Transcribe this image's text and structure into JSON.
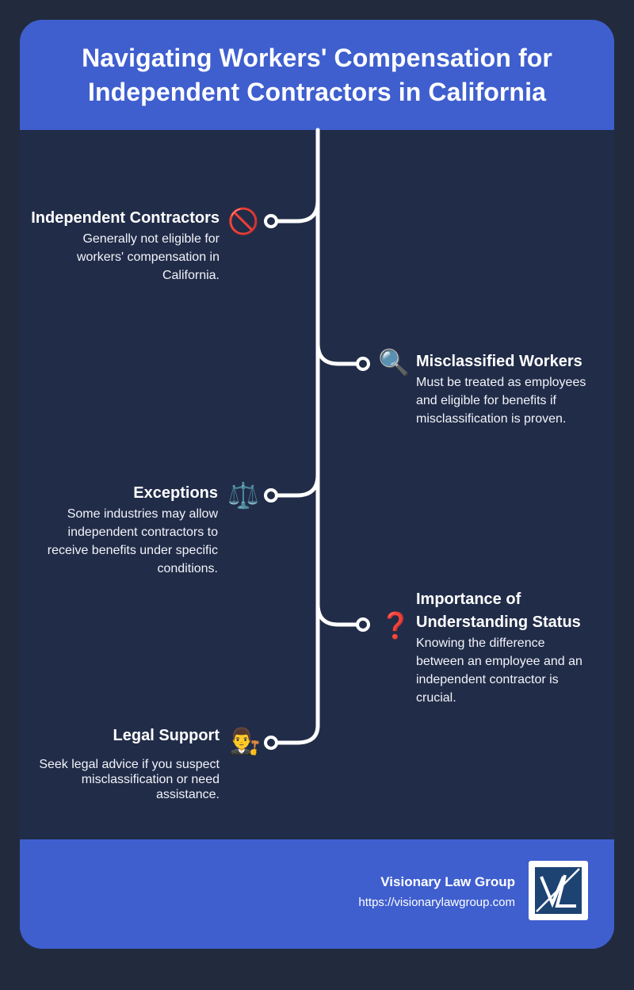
{
  "header": {
    "title_line1": "Navigating Workers' Compensation for",
    "title_line2": "Independent Contractors in California"
  },
  "items": [
    {
      "title": "Independent Contractors",
      "icon": "prohibited-icon",
      "glyph": "🚫",
      "desc_lines": [
        "Generally not eligible for",
        "workers' compensation in",
        "California."
      ]
    },
    {
      "title": "Misclassified Workers",
      "icon": "magnifying-glass-icon",
      "glyph": "🔍",
      "desc_lines": [
        "Must be treated as employees",
        "and eligible for benefits if",
        "misclassification is proven."
      ]
    },
    {
      "title": "Exceptions",
      "icon": "balance-scale-icon",
      "glyph": "⚖️",
      "desc_lines": [
        "Some industries may allow",
        "independent contractors to",
        "receive benefits under specific",
        "conditions."
      ]
    },
    {
      "title_lines": [
        "Importance of",
        "Understanding Status"
      ],
      "icon": "question-mark-icon",
      "glyph": "❓",
      "desc_lines": [
        "Knowing the difference",
        "between an employee and an",
        "independent contractor is",
        "crucial."
      ]
    },
    {
      "title": "Legal Support",
      "icon": "judge-icon",
      "glyph": "👨‍⚖️",
      "desc_lines": [
        "Seek legal advice if you suspect",
        "misclassification or need",
        "assistance."
      ]
    }
  ],
  "footer": {
    "firm_name": "Visionary Law Group",
    "url": "https://visionarylawgroup.com",
    "logo_text": "VL"
  },
  "colors": {
    "background": "#222b3d",
    "panel": "#212c48",
    "accent": "#3f5fcf",
    "logo_navy": "#1d4373"
  }
}
